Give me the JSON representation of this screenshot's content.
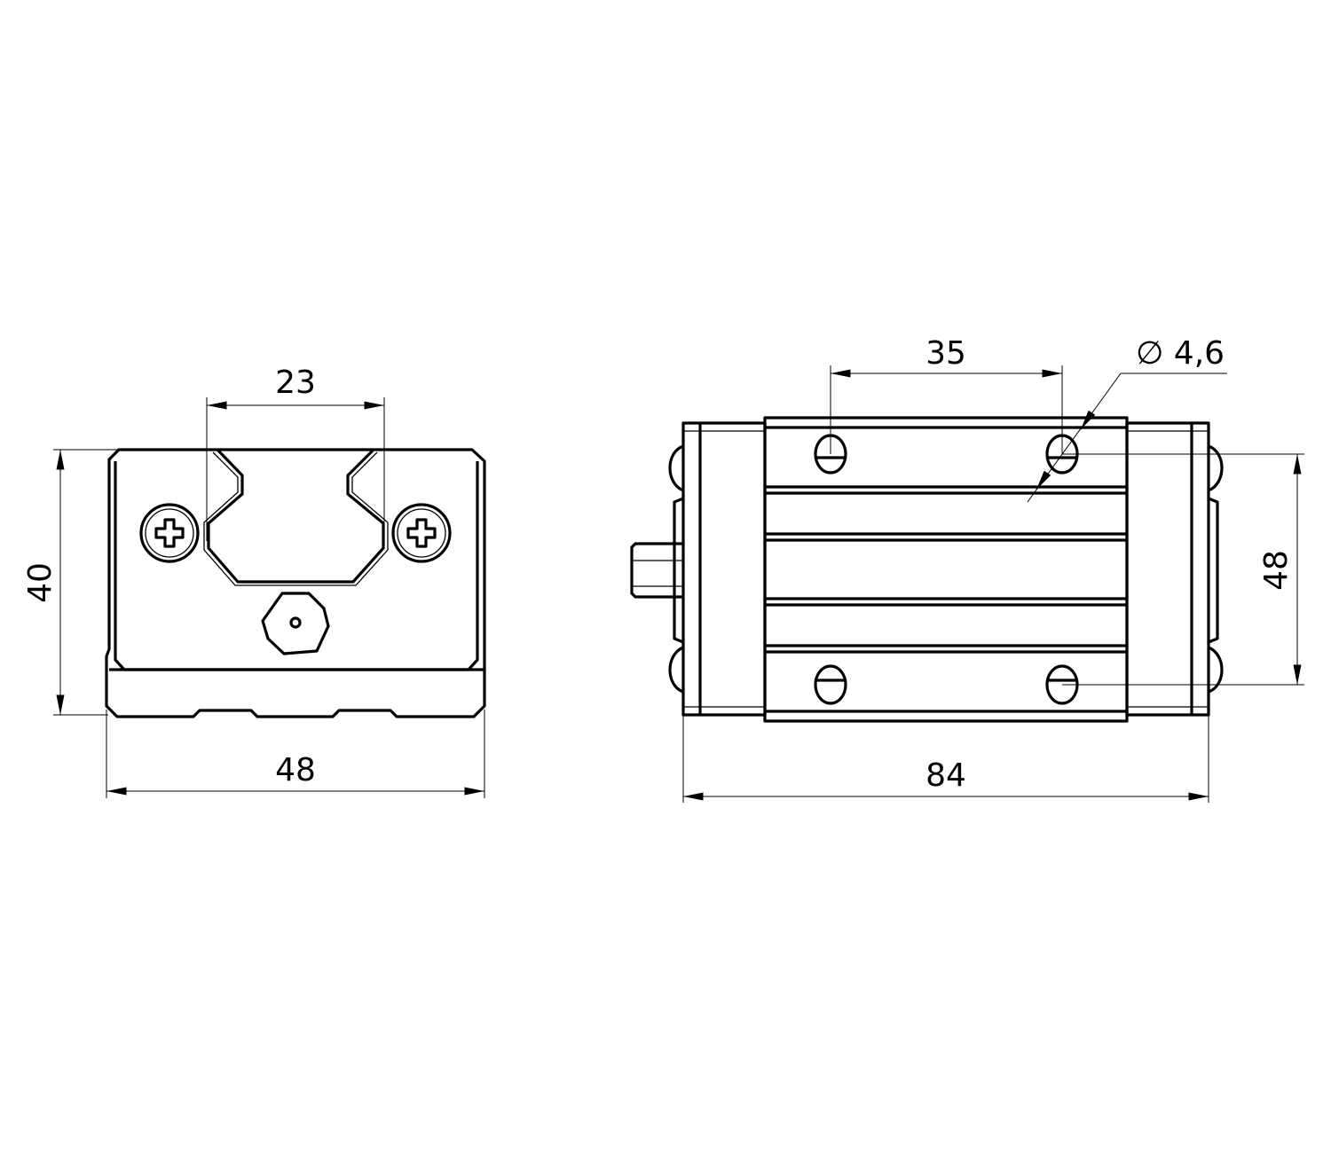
{
  "front_view": {
    "dim_rail_width": "23",
    "dim_height": "40",
    "dim_width": "48"
  },
  "side_view": {
    "dim_hole_spacing_x": "35",
    "dim_hole_diameter": "∅ 4,6",
    "dim_hole_spacing_y": "48",
    "dim_length": "84"
  }
}
